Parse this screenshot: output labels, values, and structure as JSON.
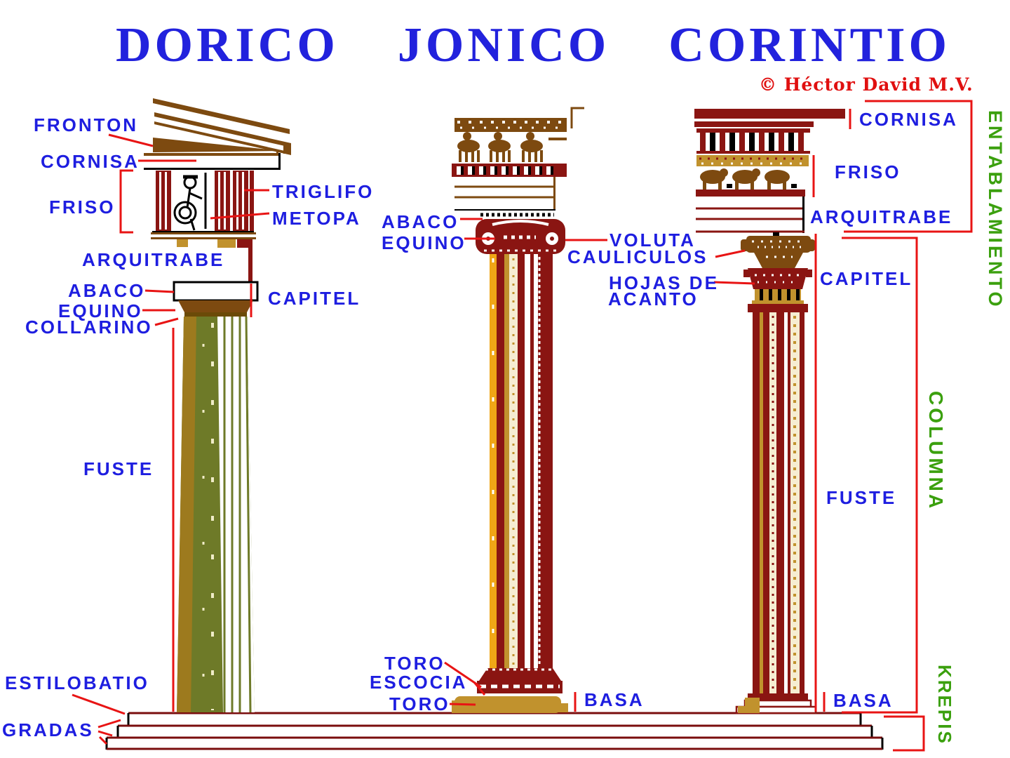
{
  "title": {
    "words": [
      "DORICO",
      "JONICO",
      "CORINTIO"
    ]
  },
  "copyright": "© Héctor David M.V.",
  "labels": {
    "doric": {
      "fronton": "FRONTON",
      "cornisa": "CORNISA",
      "friso": "FRISO",
      "triglifo": "TRIGLIFO",
      "metopa": "METOPA",
      "arquitrabe": "ARQUITRABE",
      "abaco": "ABACO",
      "equino": "EQUINO",
      "collarino": "COLLARINO",
      "capitel": "CAPITEL",
      "fuste": "FUSTE",
      "estilobatio": "ESTILOBATIO",
      "gradas": "GRADAS"
    },
    "ionic": {
      "abaco": "ABACO",
      "equino": "EQUINO",
      "voluta": "VOLUTA",
      "cauliculos": "CAULICULOS",
      "hojas_de": "HOJAS DE",
      "acanto": "ACANTO",
      "toro_superior": "TORO",
      "escocia": "ESCOCIA",
      "toro_inferior": "TORO",
      "basa": "BASA"
    },
    "corinthian": {
      "cornisa": "CORNISA",
      "friso": "FRISO",
      "arquitrabe": "ARQUITRABE",
      "capitel": "CAPITEL",
      "fuste": "FUSTE",
      "basa": "BASA"
    },
    "groups": {
      "entablamiento": "ENTABLAMIENTO",
      "columna": "COLUMNA",
      "krepis": "KREPIS"
    }
  },
  "colors": {
    "label_blue": "#1e1ee0",
    "title_blue": "#2222dd",
    "leader_red": "#e81414",
    "copyright_red": "#e01010",
    "group_green": "#3ba00e",
    "maroon": "#8a1512",
    "brown": "#7d4a10",
    "tan": "#c1922d",
    "olive": "#6e7a28",
    "gold": "#f0a616",
    "step_outline": "#7a0d0d"
  }
}
